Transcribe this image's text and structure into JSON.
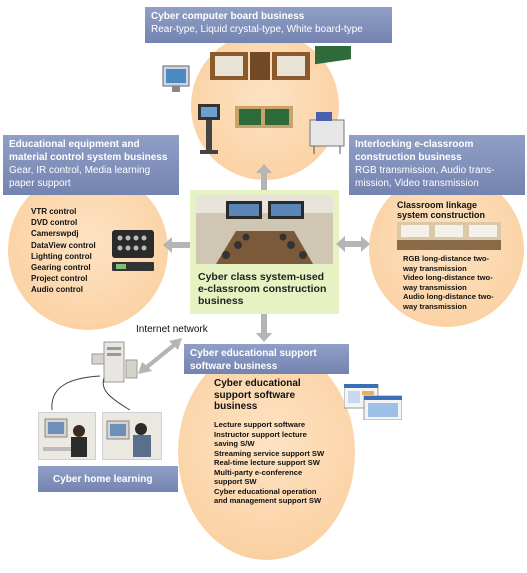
{
  "top": {
    "title": "Cyber computer board business",
    "subtitle": "Rear-type, Liquid crystal-type, White board-type"
  },
  "left": {
    "title": "Educational equipment and material control system business",
    "subtitle": "Gear, IR control, Media learning paper support",
    "items": [
      "VTR control",
      "DVD control",
      "Camerswpdj",
      "DataView control",
      "Lighting control",
      "Gearing control",
      "Project control",
      "Audio control"
    ]
  },
  "right": {
    "title": "Interlocking e-classroom construction business",
    "subtitle": "RGB transmission, Audio trans-mission, Video transmission",
    "photo_label": "Classroom linkage system construction",
    "items": [
      "RGB long-distance two-way transmission",
      "Video long-distance two-way transmission",
      "Audio long-distance two-way transmission"
    ]
  },
  "center": {
    "title": "Cyber class system-used e-classroom construction business"
  },
  "internet": {
    "label": "Internet network"
  },
  "bottom": {
    "banner": "Cyber educational support software business",
    "heading": "Cyber educational support software business",
    "items": [
      "Lecture support software",
      "Instructor support lecture saving S/W",
      "Streaming service support SW",
      "Real-time lecture support SW",
      "Multi-party e-conference support SW",
      "Cyber educational operation and management support SW"
    ]
  },
  "home": {
    "label": "Cyber home learning"
  },
  "colors": {
    "banner": "#7f8fbb",
    "circle": "#fbd3a6",
    "center_panel": "#e6f2c2",
    "arrow": "#b0b0b0"
  }
}
